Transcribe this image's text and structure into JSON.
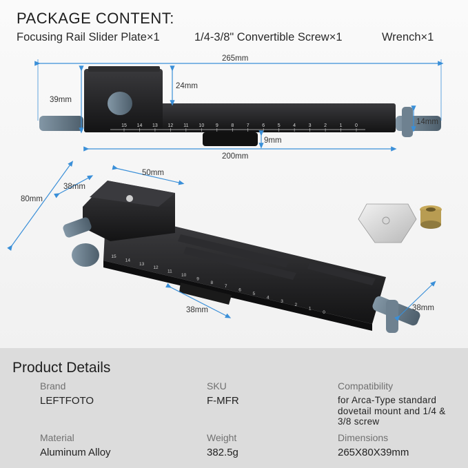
{
  "package": {
    "title": "PACKAGE CONTENT:",
    "items": [
      "Focusing Rail Slider Plate×1",
      "1/4-3/8\" Convertible Screw×1",
      "Wrench×1"
    ]
  },
  "dimensions": {
    "total_length": "265mm",
    "height": "39mm",
    "clamp_height": "24mm",
    "rail_height": "14mm",
    "foot_height": "9mm",
    "travel": "200mm",
    "width": "80mm",
    "clamp_depth": "38mm",
    "clamp_width": "50mm",
    "foot_width": "38mm",
    "end_width": "38mm"
  },
  "scale_ticks": [
    "15",
    "14",
    "13",
    "12",
    "11",
    "10",
    "9",
    "8",
    "7",
    "6",
    "5",
    "4",
    "3",
    "2",
    "1",
    "0"
  ],
  "details": {
    "title": "Product Details",
    "specs": [
      {
        "label": "Brand",
        "value": "LEFTFOTO"
      },
      {
        "label": "SKU",
        "value": "F-MFR"
      },
      {
        "label": "Compatibility",
        "value": "for Arca-Type standard dovetail mount and 1/4 & 3/8 screw"
      },
      {
        "label": "Material",
        "value": "Aluminum Alloy"
      },
      {
        "label": "Weight",
        "value": "382.5g"
      },
      {
        "label": "Dimensions",
        "value": "265X80X39mm"
      }
    ]
  },
  "colors": {
    "dimension_line": "#3a8fd8",
    "metal_dark": "#1d1d1f",
    "knob_blue_gray": "#5f7282",
    "panel_gray": "#dcdcdc"
  }
}
